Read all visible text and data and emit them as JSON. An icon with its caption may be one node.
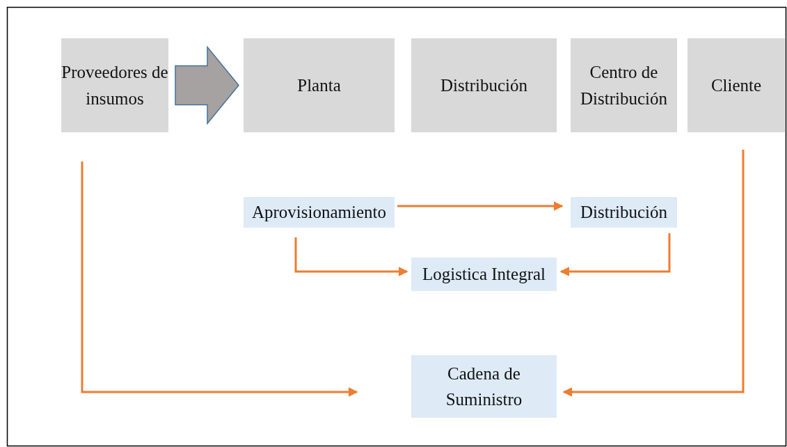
{
  "diagram": {
    "nodes": [
      {
        "text": [
          "Proveedores de insumos"
        ]
      },
      {
        "text": [
          "Planta"
        ]
      },
      {
        "text": [
          "Distribución"
        ]
      },
      {
        "text": [
          "Centro de Distribución"
        ]
      },
      {
        "text": [
          "Cliente"
        ]
      },
      {
        "text": [
          "Aprovisionamiento"
        ]
      },
      {
        "text": [
          "Distribución"
        ]
      },
      {
        "text": [
          "Logistica Integral"
        ]
      },
      {
        "text": [
          "Cadena de Suministro"
        ]
      }
    ],
    "edges": [
      {
        "from": 0,
        "to": 1,
        "arrow": "to",
        "style": "thick",
        "color": "#a6a2a2"
      },
      {
        "from": 5,
        "to": 6,
        "arrow": "to"
      },
      {
        "from": 5,
        "to": 7,
        "arrow": "to"
      },
      {
        "from": 6,
        "to": 7,
        "arrow": "to"
      },
      {
        "from": 0,
        "to": 8,
        "arrow": "to"
      },
      {
        "from": 4,
        "to": 8,
        "arrow": "to"
      }
    ]
  }
}
